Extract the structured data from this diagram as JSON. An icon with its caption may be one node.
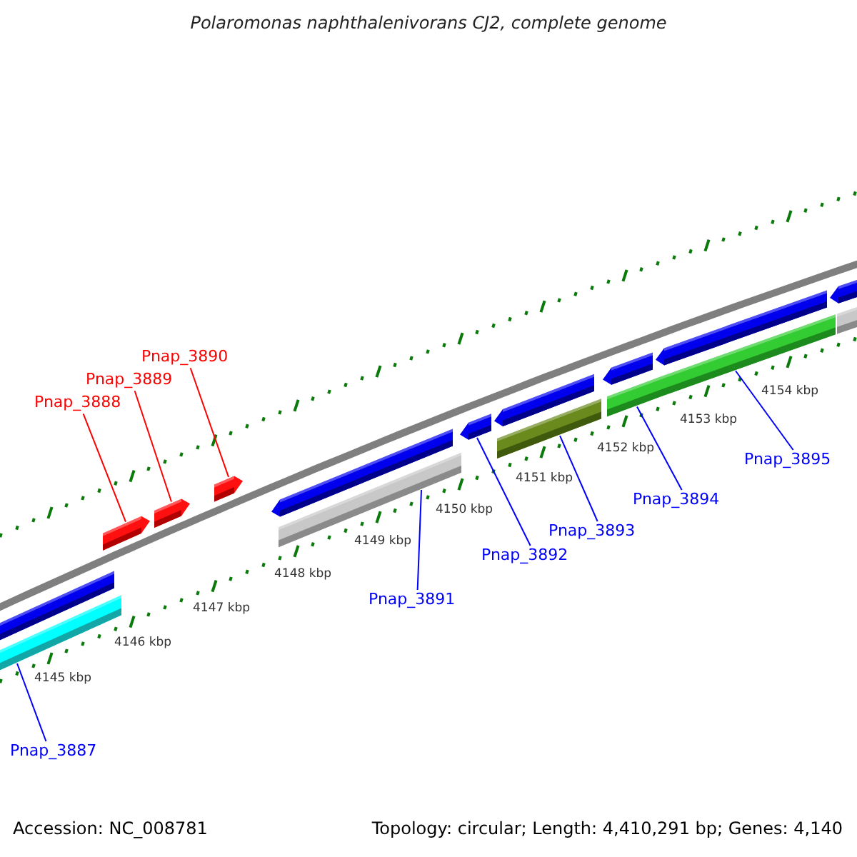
{
  "diagram": {
    "title": "Polaromonas naphthalenivorans CJ2, complete genome",
    "nodes": [
      {
        "text": [
          "Pnap_3890"
        ]
      },
      {
        "text": [
          "Pnap_3889"
        ]
      },
      {
        "text": [
          "Pnap_3888"
        ]
      },
      {
        "text": [
          "Pnap_3895"
        ]
      },
      {
        "text": [
          "Pnap_3894"
        ]
      },
      {
        "text": [
          "Pnap_3893"
        ]
      },
      {
        "text": [
          "Pnap_3892"
        ]
      },
      {
        "text": [
          "Pnap_3891"
        ]
      },
      {
        "text": [
          "Pnap_3887"
        ]
      },
      {
        "text": [],
        "shape": "bar"
      },
      {
        "text": [],
        "shape": "bar"
      },
      {
        "text": [],
        "shape": "arrow"
      },
      {
        "text": [],
        "shape": "arrow"
      },
      {
        "text": [],
        "shape": "arrow"
      },
      {
        "text": [],
        "shape": "arrow"
      },
      {
        "text": [],
        "shape": "bar"
      },
      {
        "text": [],
        "shape": "arrow"
      },
      {
        "text": [],
        "shape": "arrow"
      },
      {
        "text": [],
        "shape": "bar"
      },
      {
        "text": [],
        "shape": "arrow"
      },
      {
        "text": [],
        "shape": "bar"
      },
      {
        "text": [],
        "shape": "arrow"
      },
      {
        "text": [],
        "shape": "bar"
      },
      {
        "text": [],
        "shape": "arrow"
      },
      {
        "text": [],
        "shape": "bar"
      }
    ],
    "edges": [
      {
        "from": 0,
        "to": 13,
        "arrow": "none",
        "color": "#ff0000"
      },
      {
        "from": 1,
        "to": 12,
        "arrow": "none",
        "color": "#ff0000"
      },
      {
        "from": 2,
        "to": 11,
        "arrow": "none",
        "color": "#ff0000"
      },
      {
        "from": 3,
        "to": 22,
        "arrow": "none"
      },
      {
        "from": 4,
        "to": 20,
        "arrow": "none"
      },
      {
        "from": 5,
        "to": 18,
        "arrow": "none"
      },
      {
        "from": 6,
        "to": 16,
        "arrow": "none"
      },
      {
        "from": 7,
        "to": 15,
        "arrow": "none"
      },
      {
        "from": 8,
        "to": 9,
        "arrow": "none"
      }
    ],
    "labels": [
      "4154 kbp",
      "4153 kbp",
      "4152 kbp",
      "4151 kbp",
      "4150 kbp",
      "4149 kbp",
      "4148 kbp",
      "4147 kbp",
      "4146 kbp",
      "4145 kbp",
      "Accession: NC_008781",
      "Topology: circular; Length: 4,410,291 bp; Genes: 4,140"
    ]
  }
}
